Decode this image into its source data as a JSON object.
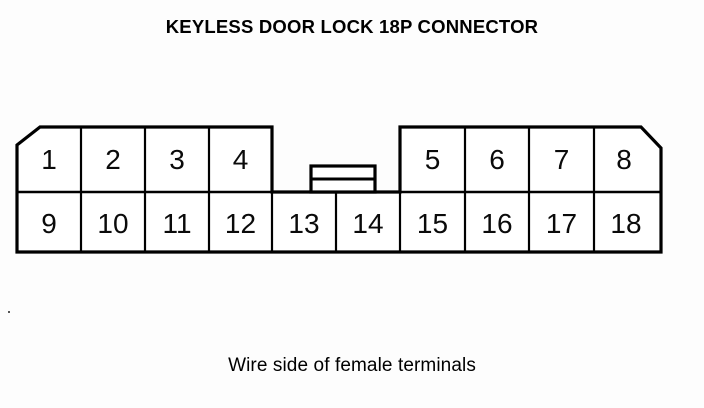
{
  "title": "KEYLESS DOOR LOCK 18P CONNECTOR",
  "caption": "Wire side of female terminals",
  "colors": {
    "background": "#fdfdfd",
    "line": "#000000",
    "cell_fill": "#ffffff",
    "text": "#000000"
  },
  "connector": {
    "type": "18P connector pinout diagram",
    "total_pins": 18,
    "view": "Wire side of female terminals",
    "columns": 10,
    "rows": 2,
    "top_row": {
      "left_block_pins": [
        "1",
        "2",
        "3",
        "4"
      ],
      "gap_columns": 2,
      "right_block_pins": [
        "5",
        "6",
        "7",
        "8"
      ]
    },
    "bottom_row": {
      "pins": [
        "9",
        "10",
        "11",
        "12",
        "13",
        "14",
        "15",
        "16",
        "17",
        "18"
      ]
    },
    "latch": {
      "name": "locking-tab",
      "position": "center-top, above pins 13 and 14"
    },
    "chamfers": [
      "top-left",
      "top-right"
    ]
  },
  "pins": [
    {
      "number": "1",
      "row": "top",
      "column": 1
    },
    {
      "number": "2",
      "row": "top",
      "column": 2
    },
    {
      "number": "3",
      "row": "top",
      "column": 3
    },
    {
      "number": "4",
      "row": "top",
      "column": 4
    },
    {
      "number": "5",
      "row": "top",
      "column": 7
    },
    {
      "number": "6",
      "row": "top",
      "column": 8
    },
    {
      "number": "7",
      "row": "top",
      "column": 9
    },
    {
      "number": "8",
      "row": "top",
      "column": 10
    },
    {
      "number": "9",
      "row": "bottom",
      "column": 1
    },
    {
      "number": "10",
      "row": "bottom",
      "column": 2
    },
    {
      "number": "11",
      "row": "bottom",
      "column": 3
    },
    {
      "number": "12",
      "row": "bottom",
      "column": 4
    },
    {
      "number": "13",
      "row": "bottom",
      "column": 5
    },
    {
      "number": "14",
      "row": "bottom",
      "column": 6
    },
    {
      "number": "15",
      "row": "bottom",
      "column": 7
    },
    {
      "number": "16",
      "row": "bottom",
      "column": 8
    },
    {
      "number": "17",
      "row": "bottom",
      "column": 9
    },
    {
      "number": "18",
      "row": "bottom",
      "column": 10
    }
  ]
}
